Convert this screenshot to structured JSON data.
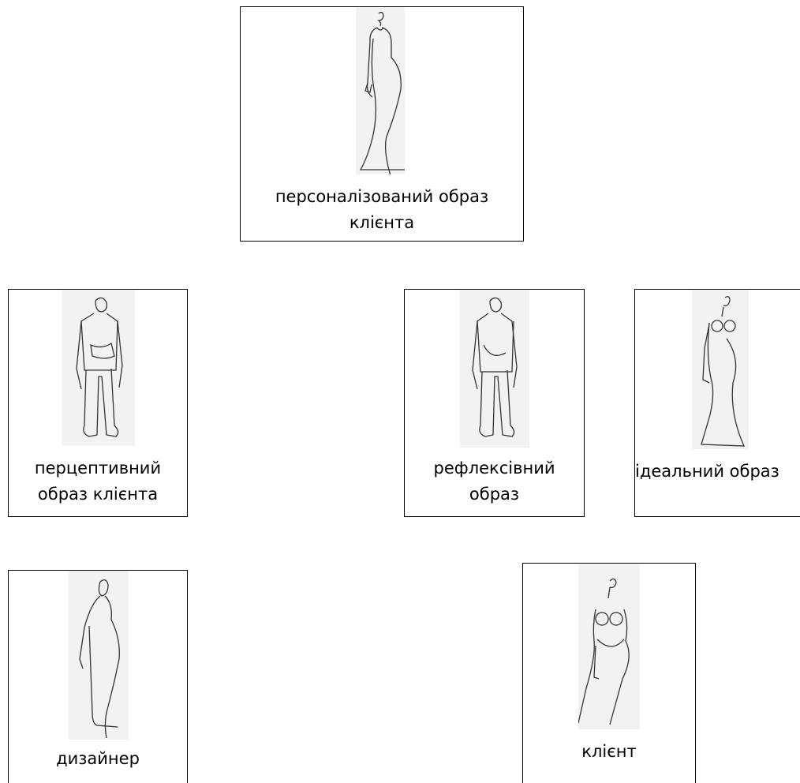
{
  "nodes": {
    "personalized": {
      "label_line1": "персоналізований образ",
      "label_line2": "клієнта",
      "figure_icon": "gown-sketch"
    },
    "perceptive": {
      "label_line1": "перцептивний",
      "label_line2": "образ клієнта",
      "figure_icon": "jacket-man-sketch"
    },
    "reflexive": {
      "label_line1": "рефлексівний",
      "label_line2": "образ",
      "figure_icon": "jacket-sketch"
    },
    "ideal": {
      "label": "ідеальний образ",
      "figure_icon": "ideal-gown-sketch"
    },
    "designer": {
      "label": "дизайнер",
      "figure_icon": "silhouette-sketch"
    },
    "client": {
      "label": "клієнт",
      "figure_icon": "swimsuit-sketch"
    }
  }
}
